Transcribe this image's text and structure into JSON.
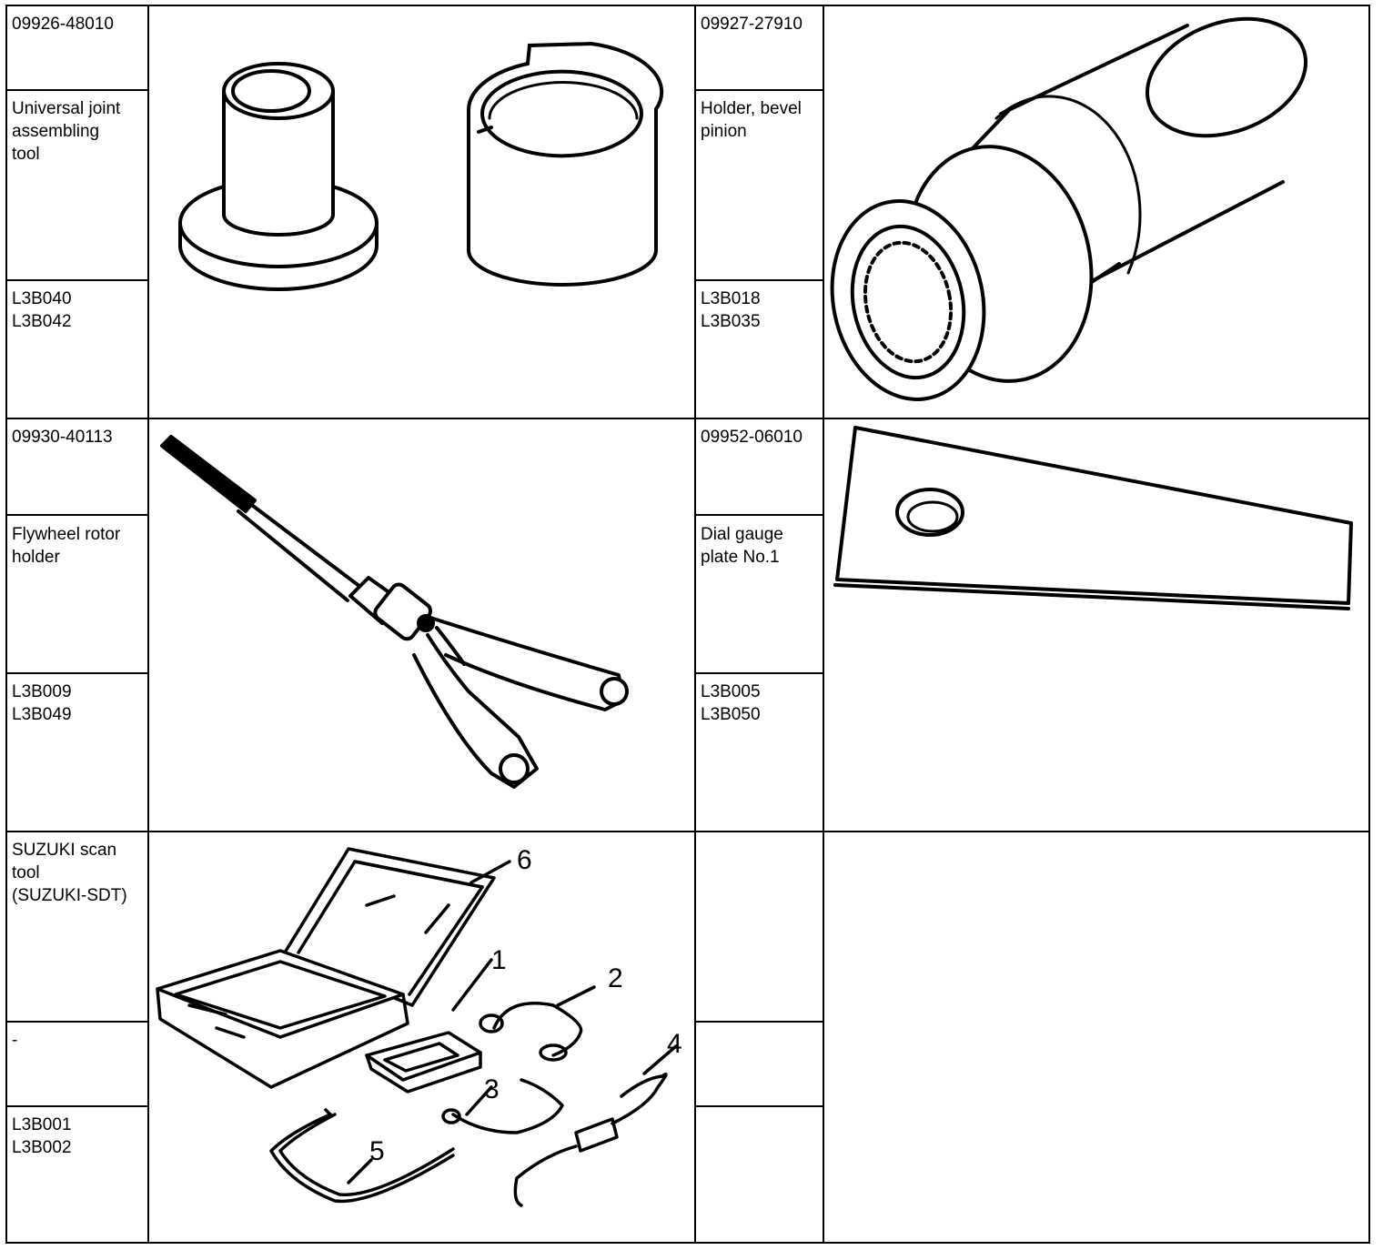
{
  "rows": [
    {
      "left": {
        "part_no": "09926-48010",
        "name": "Universal joint\nassembling\ntool",
        "codes": "L3B040\nL3B042",
        "image_icon": "universal-joint-tool-illustration"
      },
      "right": {
        "part_no": "09927-27910",
        "name": "Holder, bevel\npinion",
        "codes": "L3B018\nL3B035",
        "image_icon": "bevel-pinion-holder-illustration"
      }
    },
    {
      "left": {
        "part_no": "09930-40113",
        "name": "Flywheel rotor\nholder",
        "codes": "L3B009\nL3B049",
        "image_icon": "flywheel-rotor-holder-illustration"
      },
      "right": {
        "part_no": "09952-06010",
        "name": "Dial gauge\nplate No.1",
        "codes": "L3B005\nL3B050",
        "image_icon": "dial-gauge-plate-illustration"
      }
    },
    {
      "left": {
        "name": "SUZUKI scan\ntool\n(SUZUKI-SDT)",
        "part_no": "-",
        "codes": "L3B001\nL3B002",
        "image_icon": "scan-tool-kit-illustration",
        "callouts": [
          "1",
          "2",
          "3",
          "4",
          "5",
          "6"
        ]
      },
      "right": {
        "part_no": "",
        "name": "",
        "codes": ""
      }
    }
  ]
}
